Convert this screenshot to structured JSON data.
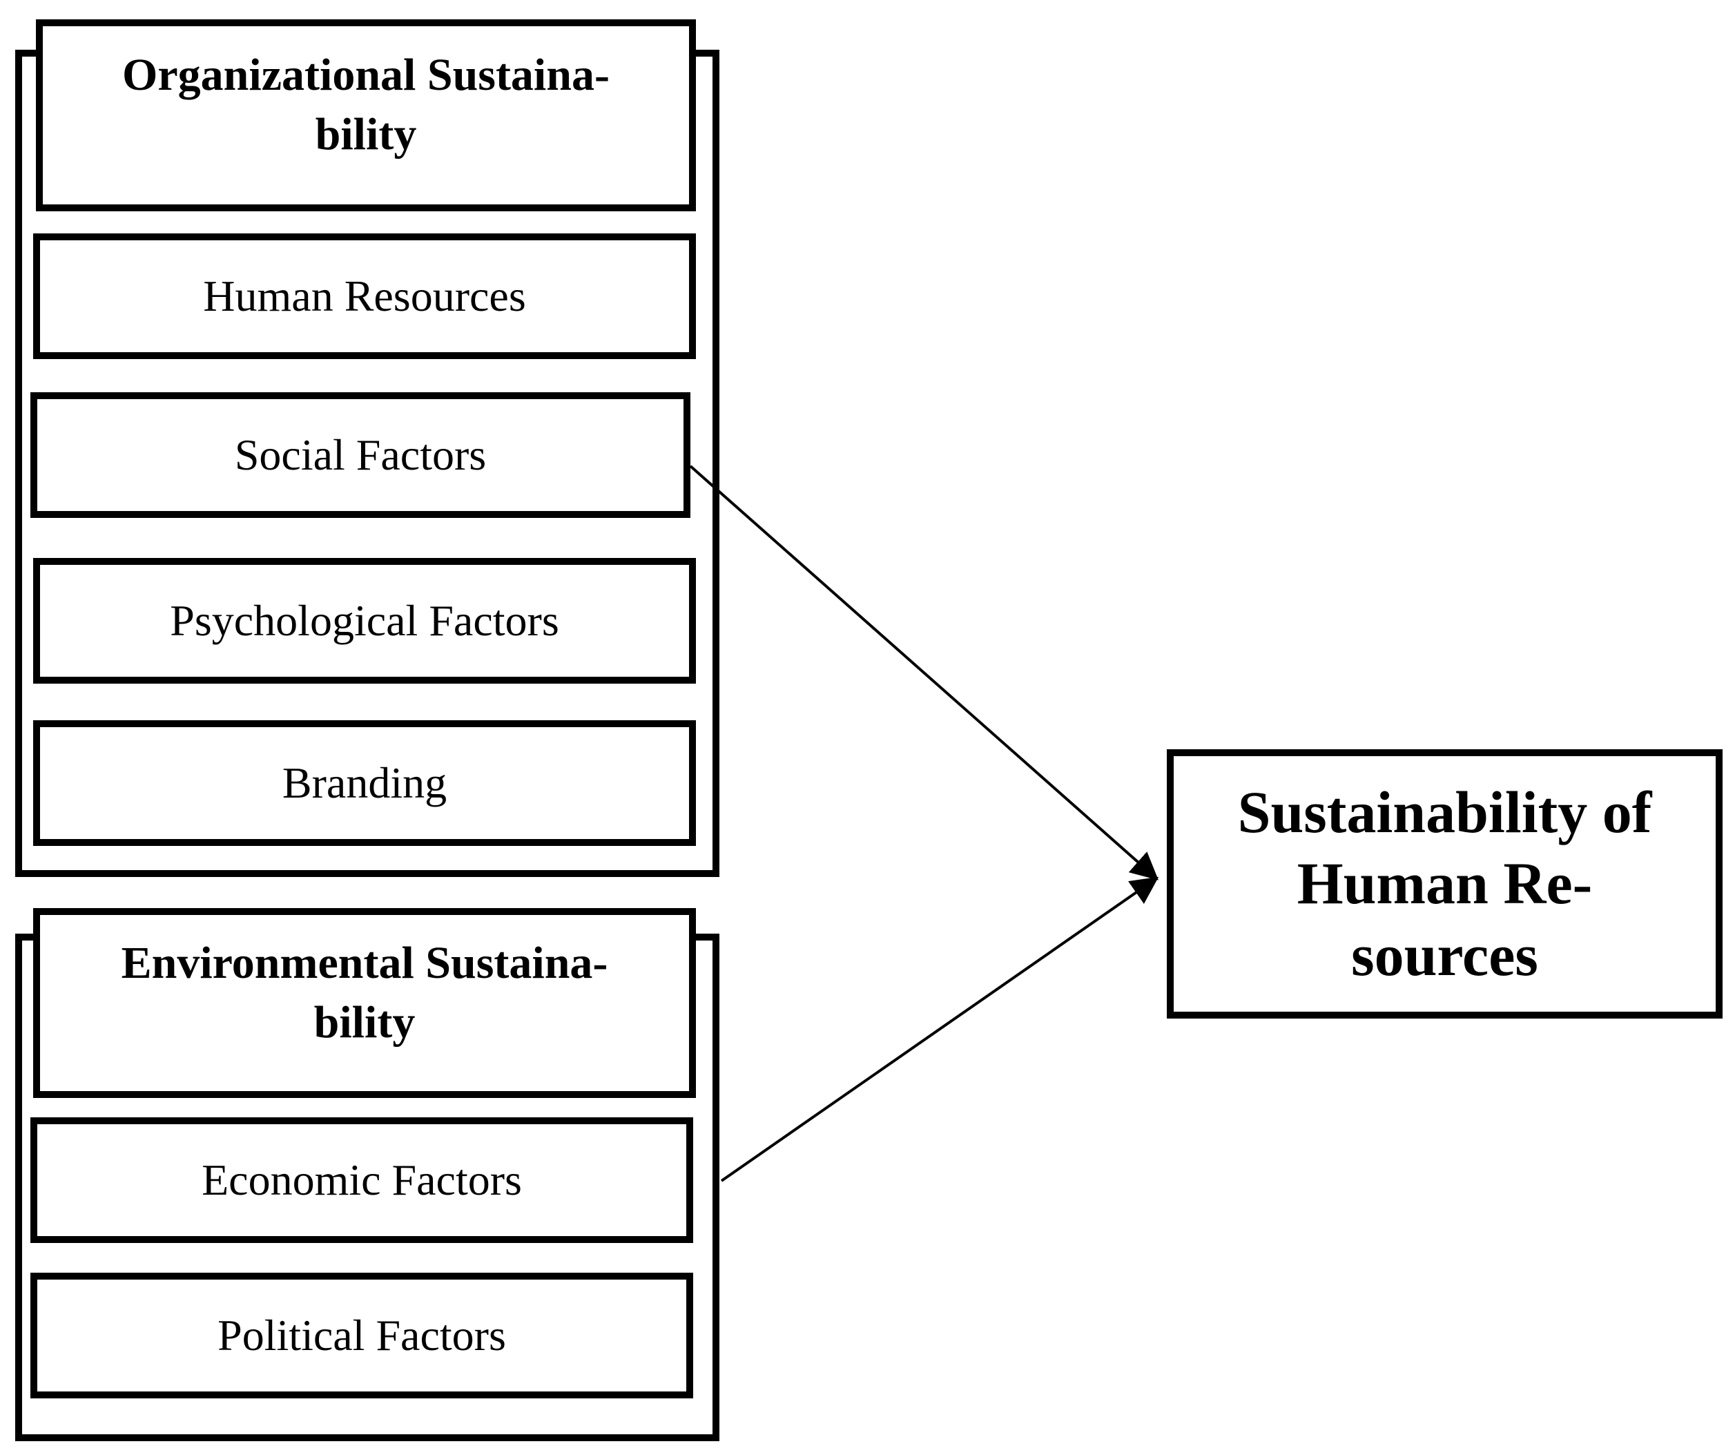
{
  "organizational": {
    "title": "Organizational Sustaina-\nbility",
    "items": [
      "Human Resources",
      "Social Factors",
      "Psychological Factors",
      "Branding"
    ]
  },
  "environmental": {
    "title": "Environmental Sustaina-\nbility",
    "items": [
      "Economic Factors",
      "Political Factors"
    ]
  },
  "target": {
    "title": "Sustainability of\nHuman Re-\nsources"
  }
}
